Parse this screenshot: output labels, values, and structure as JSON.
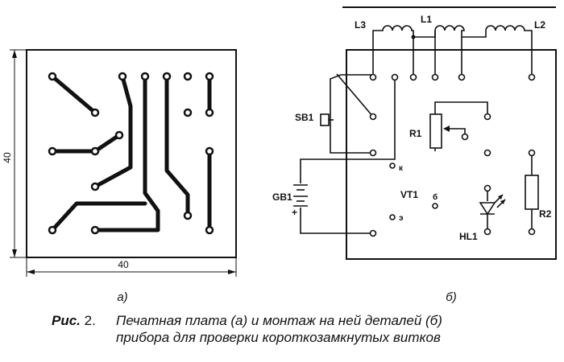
{
  "panel_a": {
    "dim_vertical": "40",
    "dim_horizontal": "40",
    "label": "а)"
  },
  "panel_b": {
    "label": "б)",
    "components": {
      "l3": "L3",
      "l1": "L1",
      "l2": "L2",
      "sb1": "SB1",
      "r1": "R1",
      "gb1": "GB1",
      "vt1": "VT1",
      "r2": "R2",
      "hl1": "HL1",
      "pin_k": "к",
      "pin_b": "б",
      "pin_e": "э",
      "plus": "+"
    }
  },
  "caption": {
    "prefix": "Рис.",
    "number": "2.",
    "line1": "Печатная плата (а) и монтаж на ней деталей (б)",
    "line2": "прибора для проверки короткозамкнутых витков"
  }
}
